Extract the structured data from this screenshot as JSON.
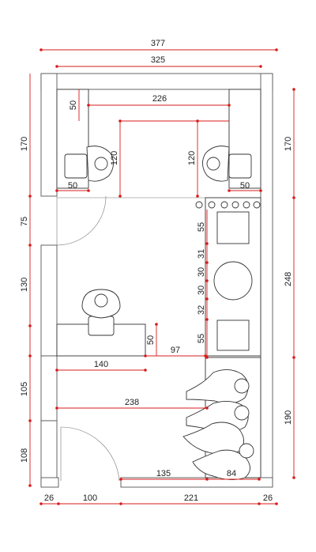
{
  "diagram": {
    "type": "floor-plan",
    "line_color": "#d81c1c",
    "wall_color": "#555555",
    "dimensions": {
      "top_overall": "377",
      "top_inner": "325",
      "left_top_height": "170",
      "right_top_height": "170",
      "left_door_gap": "75",
      "left_mid": "130",
      "left_lower": "105",
      "left_bottom": "108",
      "right_counter": "248",
      "right_bottom": "190",
      "inner_width": "226",
      "left_desk_depth": "50",
      "left_desk_width": "50",
      "left_desk_to_center": "120",
      "right_desk_to_center": "120",
      "right_desk_width": "50",
      "counter_seg1": "55",
      "counter_seg2": "31",
      "counter_seg3": "30",
      "counter_seg4": "30",
      "counter_seg5": "32",
      "counter_seg6": "55",
      "mid_desk_depth": "50",
      "mid_desk_offset": "97",
      "lower_span1": "140",
      "lower_span2": "238",
      "bottom_span1": "135",
      "bottom_span2": "84",
      "bottom_left_wall": "26",
      "bottom_door": "100",
      "bottom_mid": "221",
      "bottom_right_wall": "26"
    }
  }
}
